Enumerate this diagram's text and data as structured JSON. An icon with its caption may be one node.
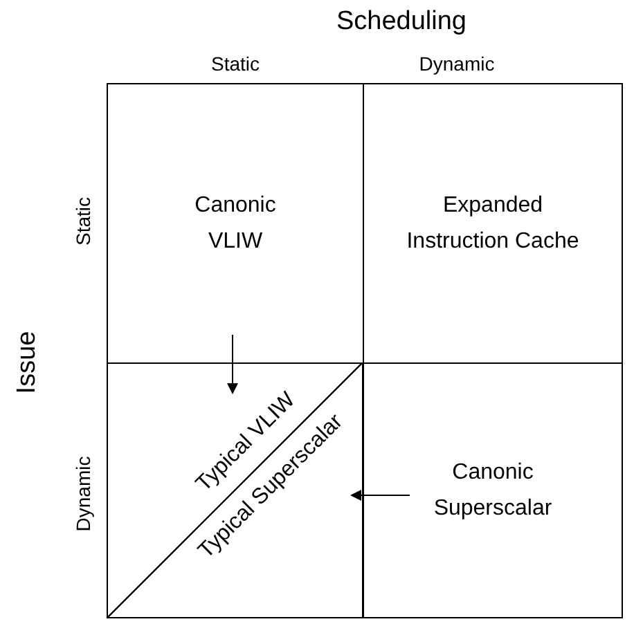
{
  "diagram": {
    "nodes": [
      {
        "text": [
          "Canonic VLIW"
        ]
      },
      {
        "text": [
          "Expanded Instruction Cache"
        ]
      },
      {
        "text": [
          "Typical VLIW"
        ]
      },
      {
        "text": [
          "Typical Superscalar"
        ]
      },
      {
        "text": [
          "Canonic Superscalar"
        ]
      }
    ],
    "edges": [
      {
        "from": 0,
        "to": 2,
        "arrow": "to"
      },
      {
        "from": 4,
        "to": 3,
        "arrow": "to"
      }
    ],
    "labels": [
      "Scheduling",
      "Static",
      "Dynamic",
      "Static",
      "Dynamic",
      "Issue"
    ]
  }
}
